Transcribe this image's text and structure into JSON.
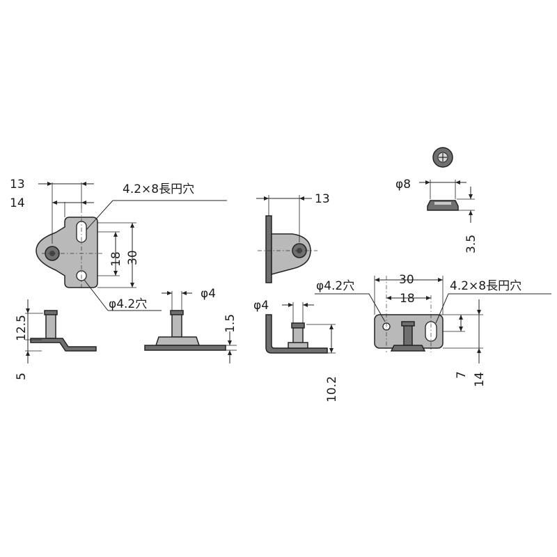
{
  "front_view": {
    "dim_13": "13",
    "dim_14": "14",
    "slot_callout": "4.2×8長円穴",
    "dim_18": "18",
    "dim_30": "30",
    "hole_callout": "φ4.2穴"
  },
  "side_views": {
    "dim_12_5": "12.5",
    "dim_5": "5",
    "pin_diameter": "φ4",
    "dim_1_5": "1.5"
  },
  "side_plate_view": {
    "dim_13": "13",
    "pin_diameter": "φ4",
    "dim_10_2": "10.2"
  },
  "roller_view": {
    "diameter": "φ8",
    "height": "3.5"
  },
  "bottom_plate_view": {
    "hole_callout": "φ4.2穴",
    "dim_30": "30",
    "slot_callout": "4.2×8長円穴",
    "dim_18": "18",
    "dim_7": "7",
    "dim_14": "14"
  }
}
